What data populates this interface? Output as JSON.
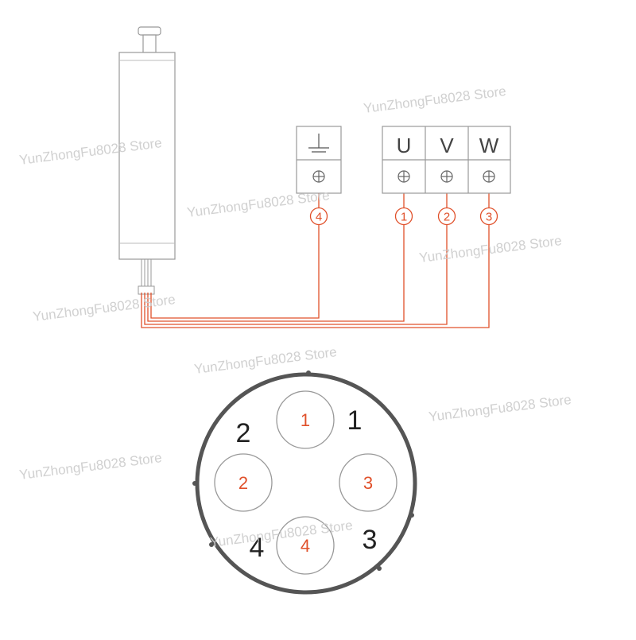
{
  "terminals": {
    "ground_label": "⏚",
    "phases": [
      "U",
      "V",
      "W"
    ]
  },
  "wire_numbers": {
    "ground": "4",
    "u": "1",
    "v": "2",
    "w": "3"
  },
  "connector": {
    "pins": [
      {
        "id": "1",
        "position_label": "1"
      },
      {
        "id": "2",
        "position_label": "2"
      },
      {
        "id": "3",
        "position_label": "3"
      },
      {
        "id": "4",
        "position_label": "4"
      }
    ]
  },
  "watermark": "YunZhongFu8028 Store",
  "colors": {
    "wire": "#e0502a",
    "outline": "#999999",
    "connector_ring": "#555555"
  }
}
